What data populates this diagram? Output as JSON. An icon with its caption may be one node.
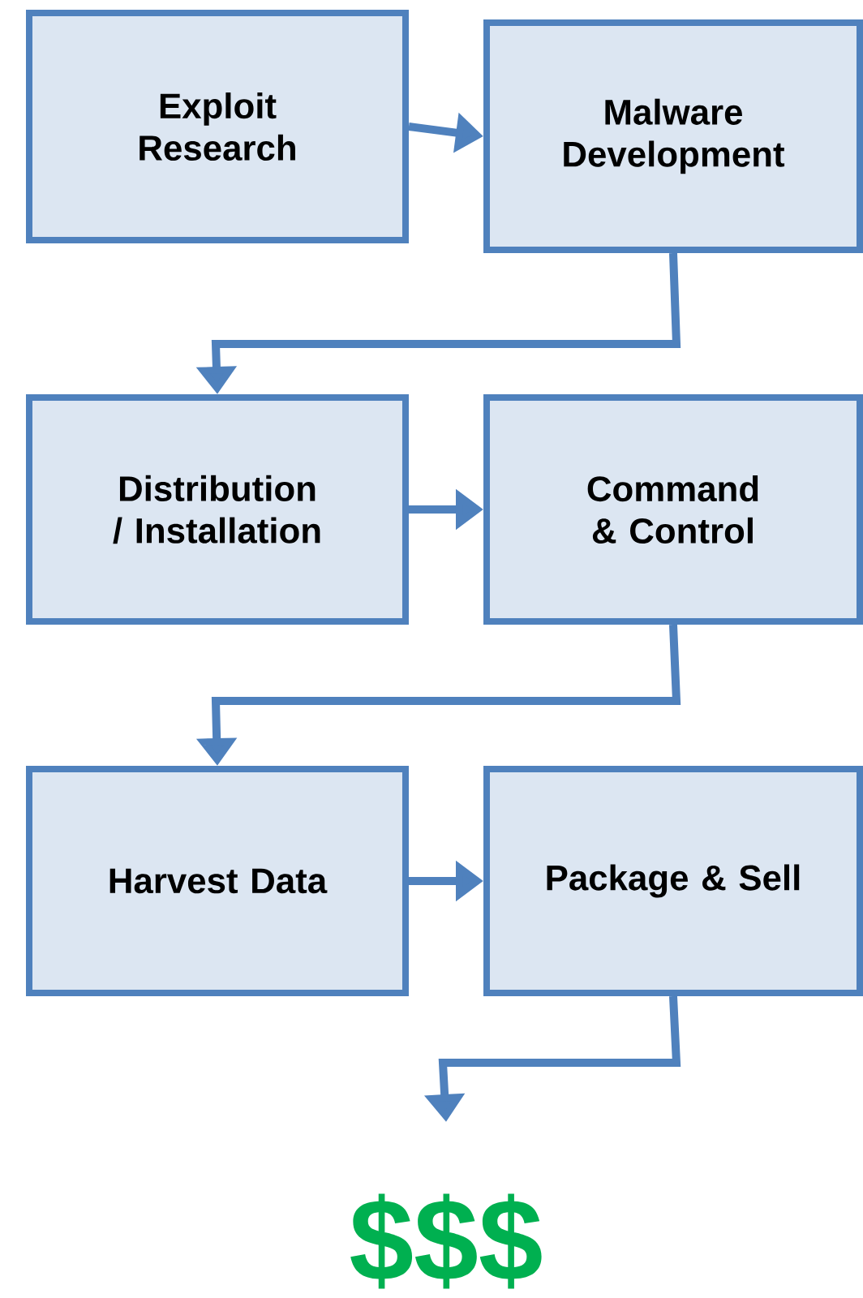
{
  "diagram": {
    "nodes": [
      {
        "text": [
          "Exploit Research"
        ]
      },
      {
        "text": [
          "Malware Development"
        ]
      },
      {
        "text": [
          "Distribution / Installation"
        ]
      },
      {
        "text": [
          "Command & Control"
        ]
      },
      {
        "text": [
          "Harvest Data"
        ]
      },
      {
        "text": [
          "Package & Sell"
        ]
      },
      {
        "text": [
          "$$$"
        ]
      }
    ],
    "edges": [
      {
        "from": 0,
        "to": 1,
        "arrow": "to"
      },
      {
        "from": 1,
        "to": 2,
        "arrow": "to"
      },
      {
        "from": 2,
        "to": 3,
        "arrow": "to"
      },
      {
        "from": 3,
        "to": 4,
        "arrow": "to"
      },
      {
        "from": 4,
        "to": 5,
        "arrow": "to"
      },
      {
        "from": 5,
        "to": 6,
        "arrow": "to"
      }
    ]
  }
}
